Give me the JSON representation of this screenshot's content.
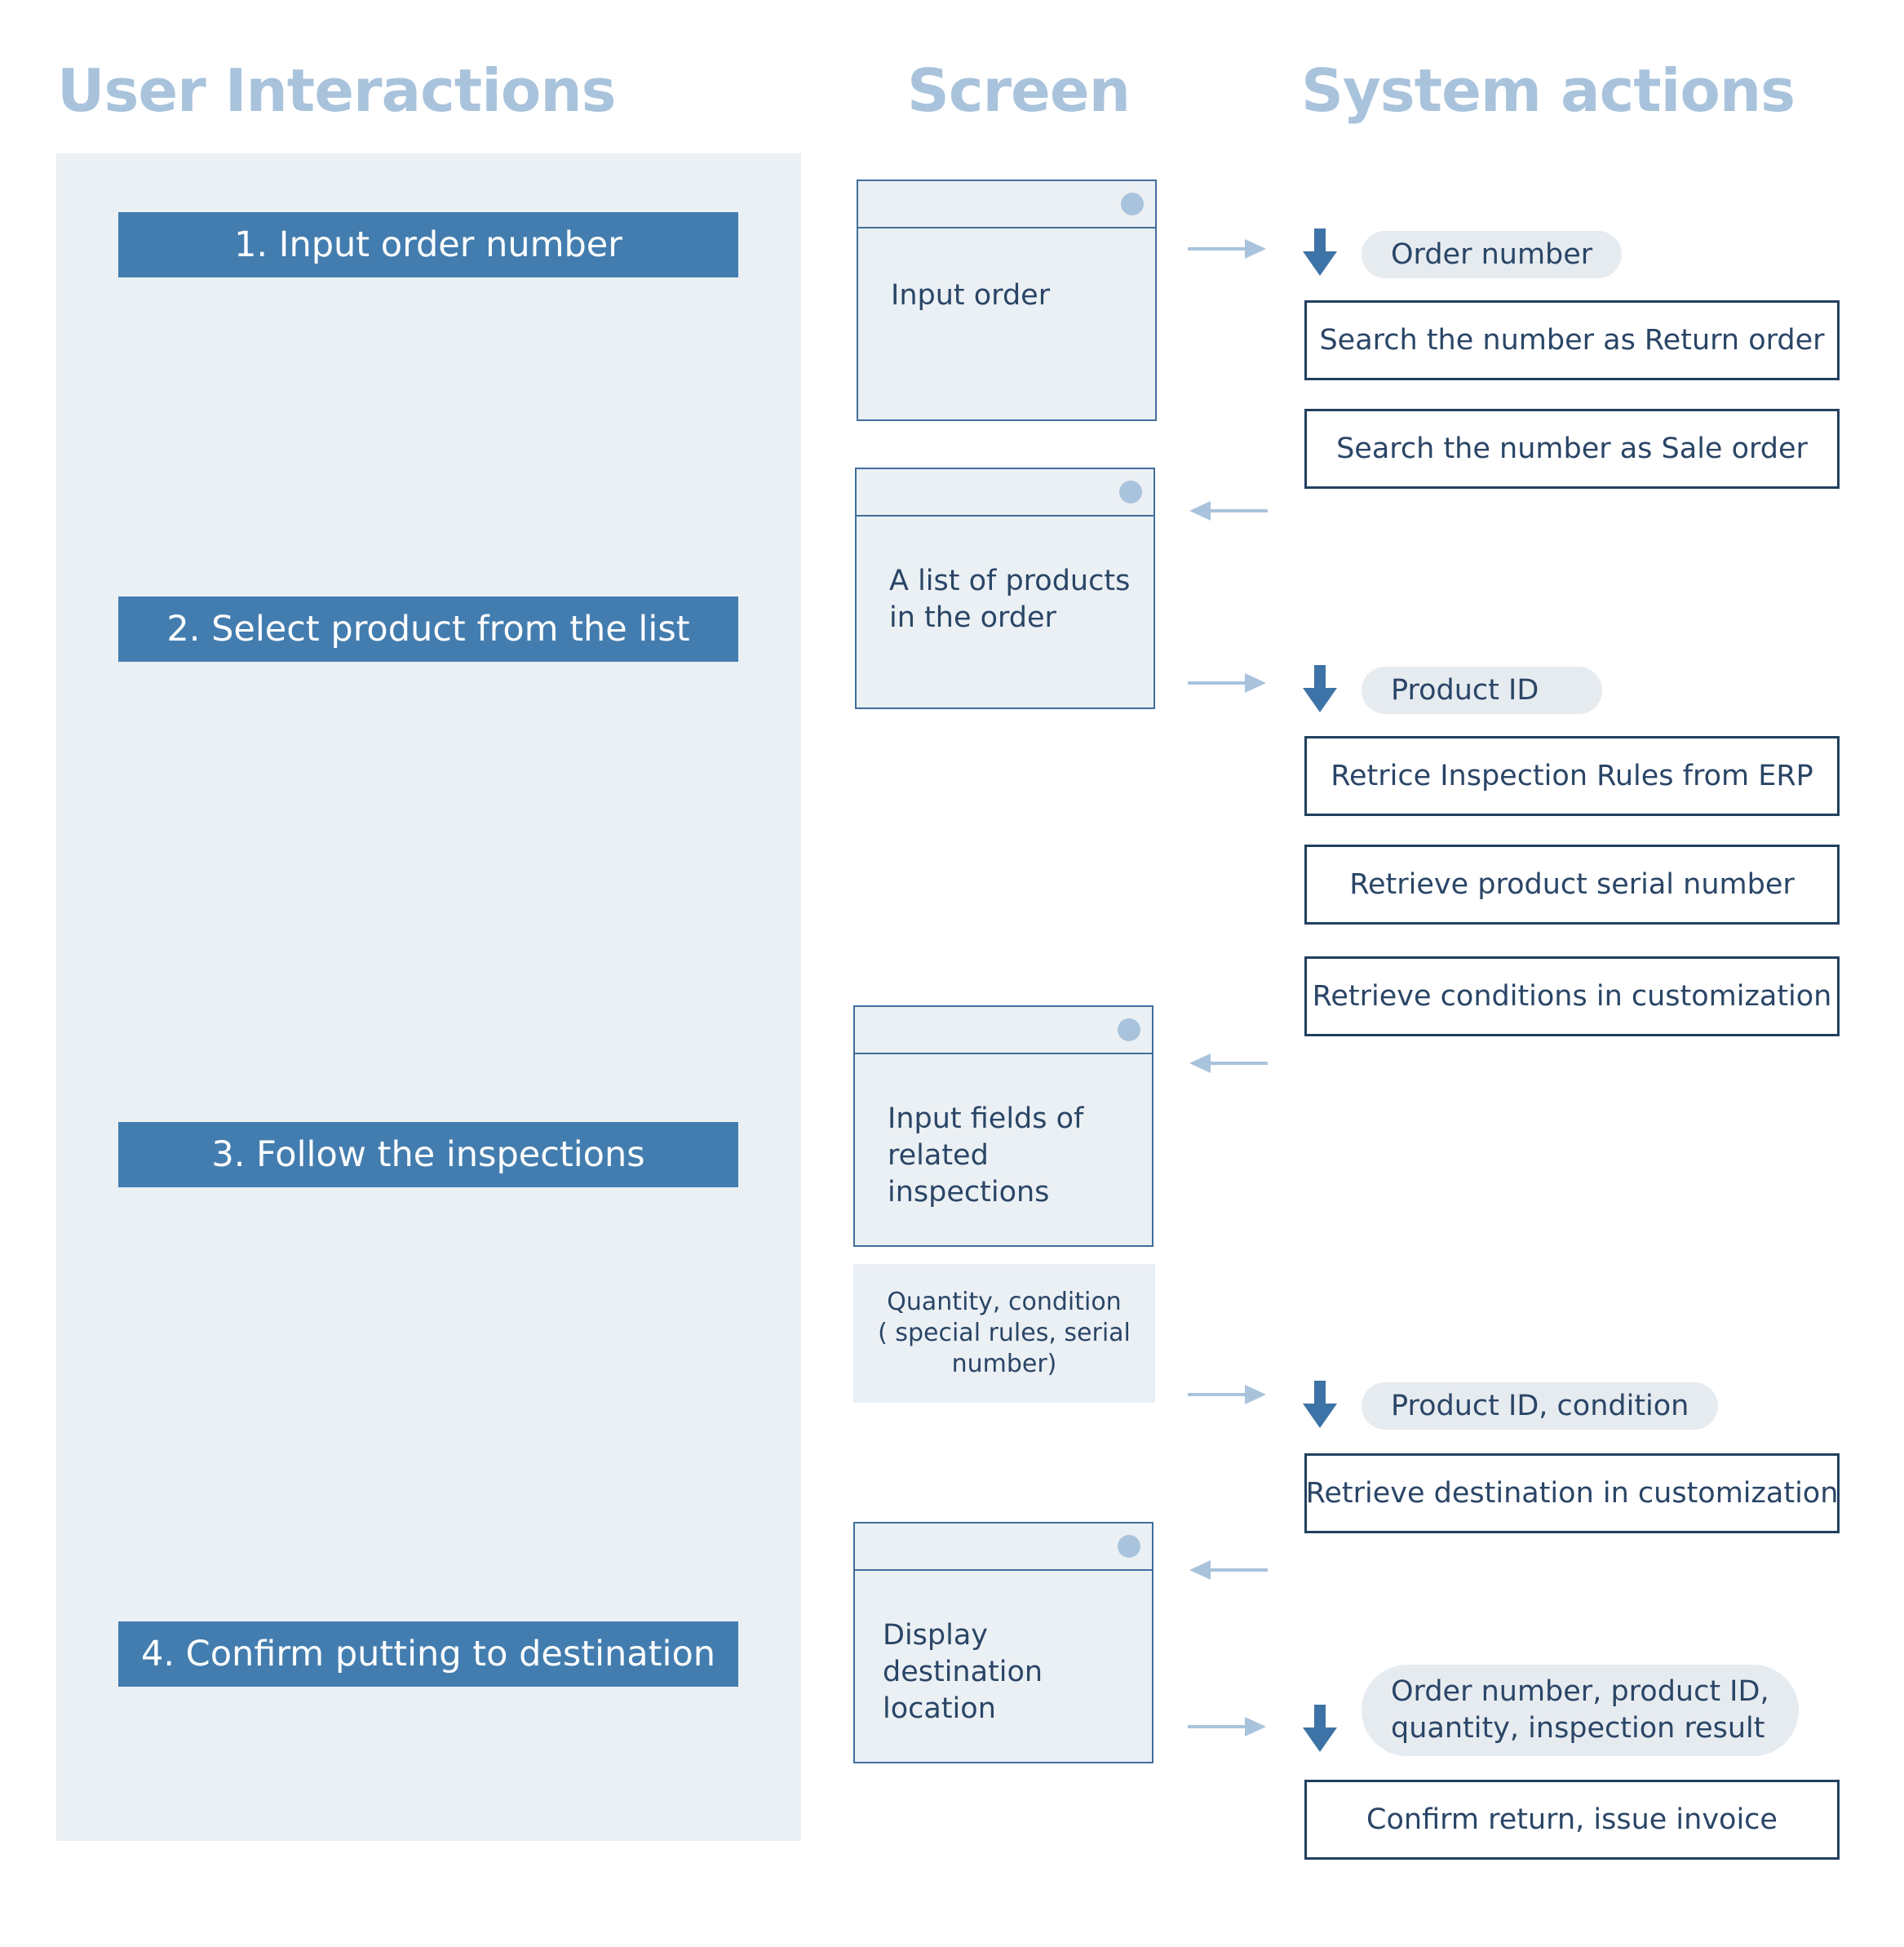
{
  "columns": {
    "user": "User Interactions",
    "screen": "Screen",
    "system": "System actions"
  },
  "steps": [
    "1. Input order number",
    "2. Select product from the list",
    "3. Follow the inspections",
    "4. Confirm putting to destination"
  ],
  "screens": [
    "Input order",
    "A list of products\nin the order",
    "Input fields of\nrelated inspections",
    "Display destination\nlocation"
  ],
  "screen_note": "Quantity, condition\n( special rules, serial\nnumber)",
  "data_pills": [
    "Order number",
    "Product ID",
    "Product ID, condition",
    "Order number, product ID,\nquantity, inspection result"
  ],
  "actions": [
    "Search the number as Return order",
    "Search the number as Sale order",
    "Retrice Inspection Rules from ERP",
    "Retrieve product serial number",
    "Retrieve conditions in customization",
    "Retrieve destination in customization",
    "Confirm return, issue invoice"
  ],
  "colors": {
    "step_fill": "#437daf",
    "panel_fill": "#ebf0f4",
    "title_color": "#a9c3dc",
    "arrow_light": "#a9c3dc",
    "arrow_dark": "#3d73a6",
    "box_border": "#22405f"
  }
}
